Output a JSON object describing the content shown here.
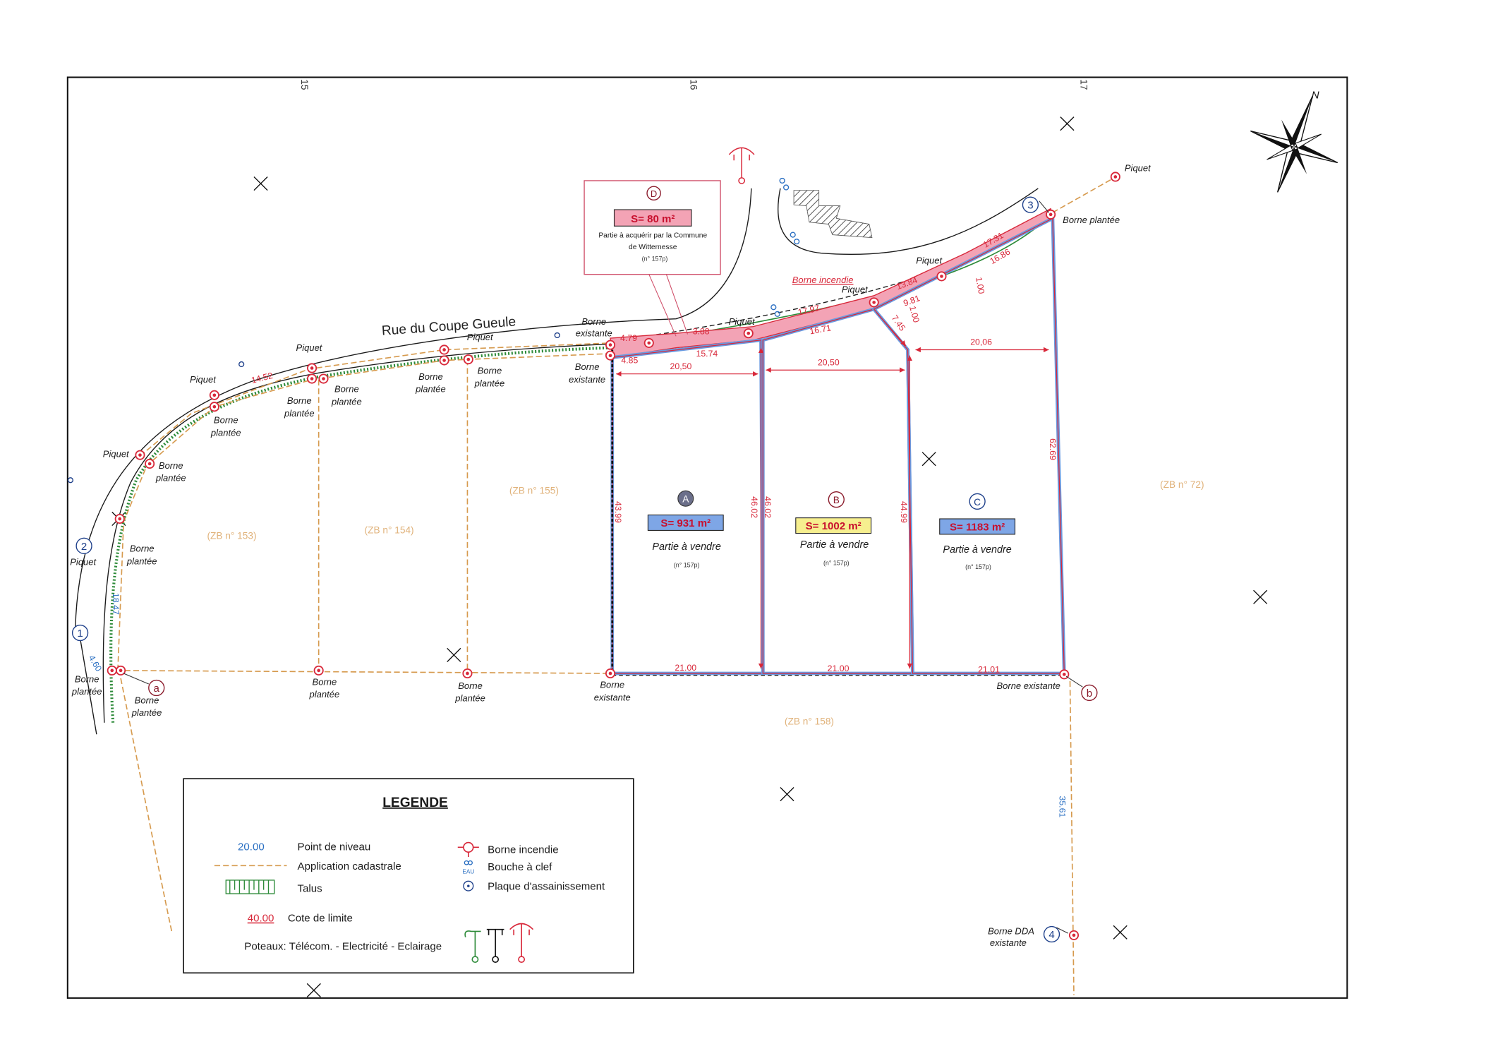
{
  "street": "Rue du Coupe Gueule",
  "grid_labels": [
    "15",
    "16",
    "17"
  ],
  "north_label": "N",
  "points": {
    "p1": "1",
    "p2": "2",
    "p3": "3",
    "p4": "4",
    "pa": "a",
    "pb": "b"
  },
  "marks": {
    "piquet": "Piquet",
    "borne": "Borne",
    "plantee": "plantée",
    "existante": "existante",
    "borne_plantee": "Borne plantée",
    "borne_existante": "Borne existante",
    "borne_incendie": "Borne incendie",
    "borne_dda": "Borne DDA"
  },
  "lots": [
    {
      "letter": "A",
      "area": "S= 931 m²",
      "desc": "Partie à vendre",
      "ref": "(n° 157p)"
    },
    {
      "letter": "B",
      "area": "S= 1002 m²",
      "desc": "Partie à vendre",
      "ref": "(n° 157p)"
    },
    {
      "letter": "C",
      "area": "S= 1183 m²",
      "desc": "Partie à vendre",
      "ref": "(n° 157p)"
    },
    {
      "letter": "D",
      "area": "S= 80 m²",
      "desc_1": "Partie à acquérir par la Commune",
      "desc_2": "de Witternesse",
      "ref": "(n° 157p)"
    }
  ],
  "parcels": [
    "(ZB n° 153)",
    "(ZB n° 154)",
    "(ZB n° 155)",
    "(ZB n° 158)",
    "(ZB n° 72)"
  ],
  "boundary_dims": [
    "20,50",
    "20,50",
    "20,06",
    "21.00",
    "21.00",
    "21.01",
    "43.99",
    "46.02",
    "46.02",
    "44.99",
    "62.69",
    "4.79",
    "4.85",
    "3.88",
    "15.74",
    "17.97",
    "16.71",
    "13.84",
    "9.81",
    "1.00",
    "7.45",
    "17.31",
    "16.86",
    "1.00",
    "14.52"
  ],
  "level_dims": [
    "18.47",
    "4.60",
    "35.61"
  ],
  "legend": {
    "title": "LEGENDE",
    "level_sample": "20.00",
    "level": "Point de niveau",
    "cadastral": "Application cadastrale",
    "talus": "Talus",
    "limit_sample": "40.00",
    "limit": "Cote de limite",
    "poteaux": "Poteaux: Télécom. - Electricité - Eclairage",
    "hydrant": "Borne incendie",
    "valve": "Bouche à clef",
    "valve_tag": "EAU",
    "sewer": "Plaque d'assainissement"
  },
  "colors": {
    "limit_red": "#d8283a",
    "lot_blue": "#6a9ae0",
    "cadastral_orange": "#d69a4e",
    "talus_green": "#2e8b3a",
    "level_blue": "#2a6fc2",
    "strip_pink": "#f3a3b5",
    "area_a_fill": "#7ea6e6",
    "area_b_fill": "#f6ef8f",
    "area_c_fill": "#7ea6e6"
  }
}
